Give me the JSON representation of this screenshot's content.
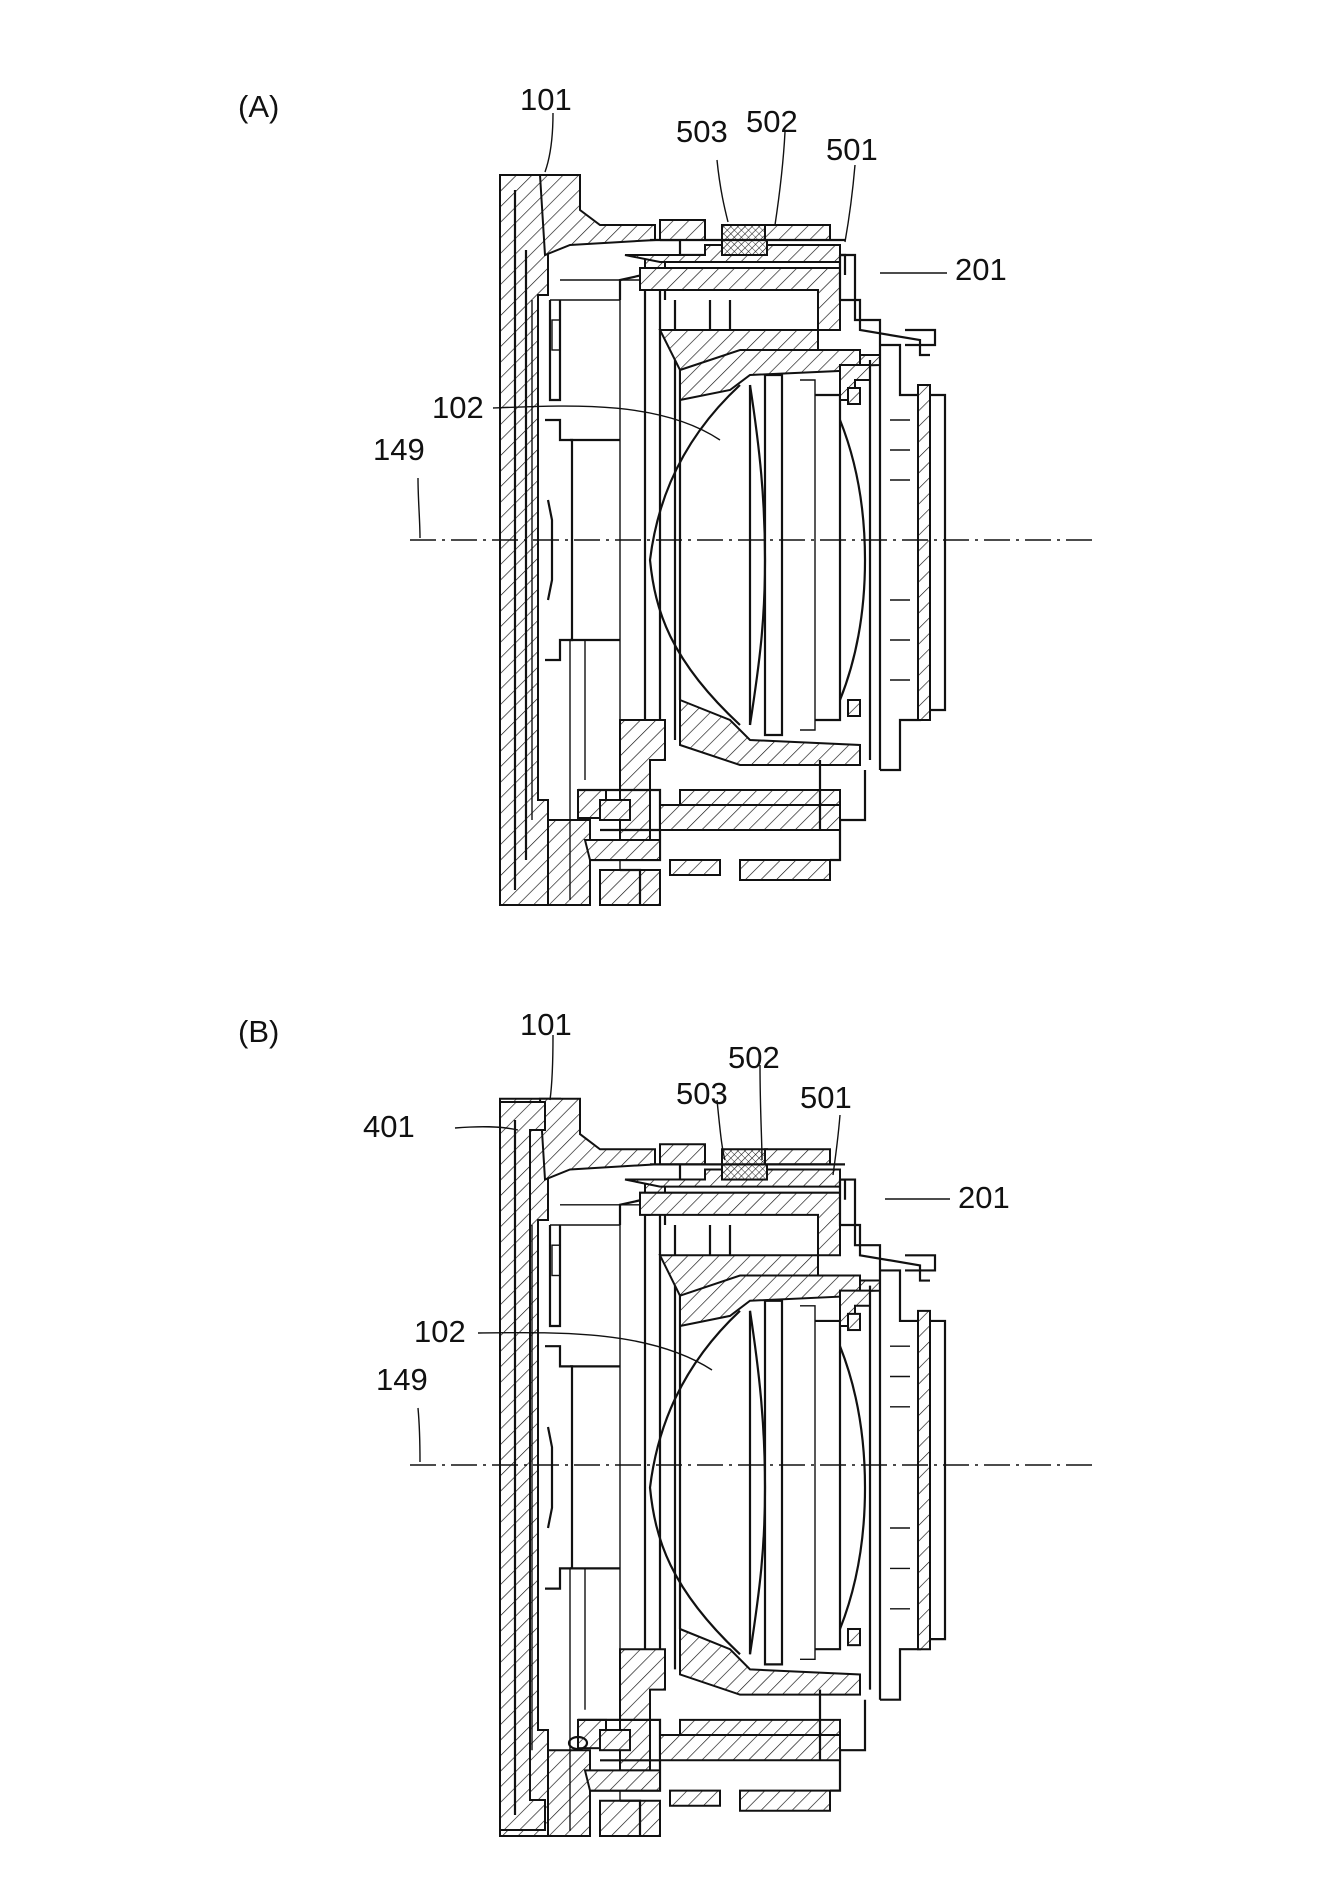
{
  "figure": {
    "panel_a": {
      "label": "(A)",
      "ref_101": "101",
      "ref_102": "102",
      "ref_149": "149",
      "ref_201": "201",
      "ref_501": "501",
      "ref_502": "502",
      "ref_503": "503"
    },
    "panel_b": {
      "label": "(B)",
      "ref_101": "101",
      "ref_102": "102",
      "ref_149": "149",
      "ref_201": "201",
      "ref_401": "401",
      "ref_501": "501",
      "ref_502": "502",
      "ref_503": "503"
    }
  }
}
